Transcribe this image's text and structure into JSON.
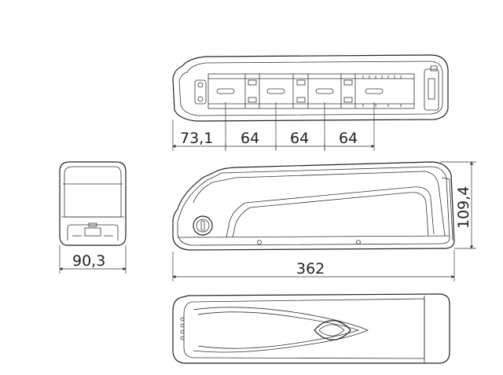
{
  "dimensions": {
    "pitch_first": "73,1",
    "pitch_a": "64",
    "pitch_b": "64",
    "pitch_c": "64",
    "height": "109,4",
    "length": "362",
    "width": "90,3"
  }
}
